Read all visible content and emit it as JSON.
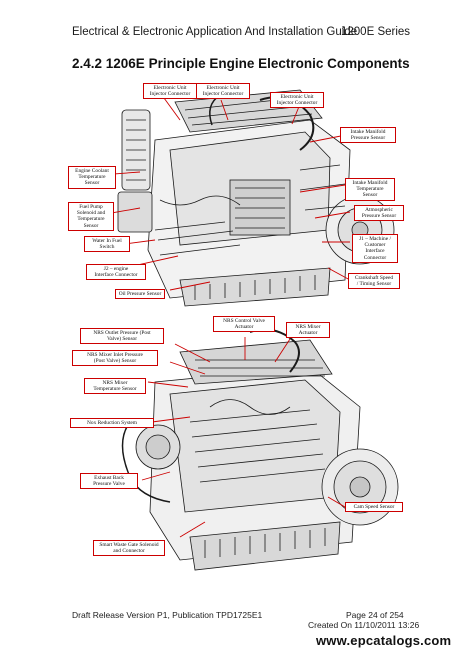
{
  "header": {
    "title": "Electrical & Electronic Application And Installation Guide",
    "series": "1200E Series"
  },
  "section_title": "2.4.2 1206E Principle Engine Electronic Components",
  "figure1": {
    "labels": {
      "elec_unit_injector_1": "Electronic Unit\nInjector Connector",
      "elec_unit_injector_2": "Electronic Unit\nInjector Connector",
      "elec_unit_injector_3": "Electronic Unit\nInjector Connector",
      "intake_manifold_pressure": "Intake Manifold\nPressure Sensor",
      "coolant_temp": "Engine Coolant\nTemperature\nSensor",
      "intake_manifold_temp": "Intake Manifold\nTemperature\nSensor",
      "fuel_pump_solenoid": "Fuel Pump\nSolenoid and\nTemperature\nSensor",
      "atmospheric_pressure": "Atmospheric\nPressure Sensor",
      "water_in_fuel": "Water In Fuel\nSwitch",
      "j1_connector": "J1 – Machine /\nCustomer\nInterface\nConnector",
      "j2_connector": "J2 – engine\nInterface Connector",
      "crankshaft_speed": "Crankshaft Speed\n/ Timing Sensor",
      "oil_pressure": "Oil Pressure Sensor"
    }
  },
  "figure2": {
    "labels": {
      "nrs_control_valve": "NRS Control Valve\nActuator",
      "nrs_mixer_actuator": "NRS Mixer\nActuator",
      "nrs_outlet_pressure": "NRS Outlet Pressure (Post\nValve) Sensor",
      "nrs_mixer_inlet_pressure": "NRS Mixer Inlet Pressure\n(Post Valve) Sensor",
      "nrs_mixer_temp": "NRS Mixer\nTemperature Sensor",
      "nox_reduction": "Nox Reduction System",
      "exhaust_back_pressure": "Exhaust Back\nPressure Valve",
      "cam_speed": "Cam Speed Sensor",
      "smart_waste_gate": "Smart Waste Gate Solenoid\nand Connector"
    }
  },
  "footer": {
    "draft": "Draft Release Version P1, Publication TPD1725E1",
    "page": "Page 24 of 254",
    "created": "Created On 11/10/2011 13:26",
    "watermark": "www.epcatalogs.com"
  }
}
